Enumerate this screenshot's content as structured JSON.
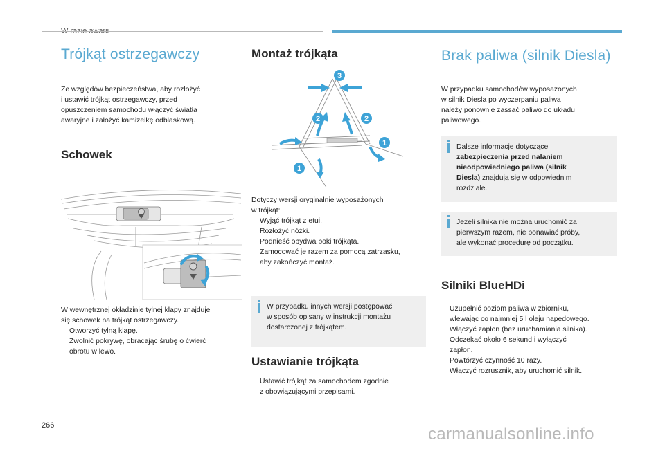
{
  "header": {
    "section": "W razie awarii"
  },
  "col1": {
    "title": "Trójkąt ostrzegawczy",
    "intro": [
      "Ze względów bezpieczeństwa, aby rozłożyć",
      "i ustawić trójkąt ostrzegawczy, przed",
      "opuszczeniem samochodu włączyć światła",
      "awaryjne i założyć kamizelkę odblaskową."
    ],
    "storage_title": "Schowek",
    "storage_text": [
      "W wewnętrznej okładzinie tylnej klapy znajduje",
      "się schowek na trójkąt ostrzegawczy."
    ],
    "storage_steps": [
      [
        "Otworzyć tylną klapę."
      ],
      [
        "Zwolnić pokrywę, obracając śrubę o ćwierć",
        "obrotu w lewo."
      ]
    ]
  },
  "col2": {
    "title": "Montaż trójkąta",
    "intro": [
      "Dotyczy wersji oryginalnie wyposażonych",
      "w trójkąt:"
    ],
    "steps": [
      [
        "Wyjąć trójkąt z etui."
      ],
      [
        "Rozłożyć nóżki."
      ],
      [
        "Podnieść obydwa boki trójkąta."
      ],
      [
        "Zamocować je razem za pomocą zatrzasku,",
        "aby zakończyć montaż."
      ]
    ],
    "note": [
      "W przypadku innych wersji postępować",
      "w sposób opisany w instrukcji montażu",
      "dostarczonej z trójkątem."
    ],
    "placement_title": "Ustawianie trójkąta",
    "placement_steps": [
      [
        "Ustawić trójkąt za samochodem zgodnie",
        "z obowiązującymi przepisami."
      ]
    ],
    "callouts": [
      "3",
      "2",
      "2",
      "1",
      "1"
    ]
  },
  "col3": {
    "title": "Brak paliwa (silnik Diesla)",
    "intro": [
      "W przypadku samochodów wyposażonych",
      "w silnik Diesla po wyczerpaniu paliwa",
      "należy ponownie zassać paliwo do układu",
      "paliwowego."
    ],
    "note1_l1": "Dalsze informacje dotyczące",
    "note1_bold": [
      "zabezpieczenia przed nalaniem",
      "nieodpowiedniego paliwa (silnik"
    ],
    "note1_bold_end": "Diesla)",
    "note1_rest": " znajdują się w odpowiednim",
    "note1_l5": "rozdziale.",
    "note2": [
      "Jeżeli silnika nie można uruchomić za",
      "pierwszym razem, nie ponawiać próby,",
      "ale wykonać procedurę od początku."
    ],
    "bluehdi_title": "Silniki BlueHDi",
    "bluehdi_steps": [
      [
        "Uzupełnić poziom paliwa w zbiorniku,",
        "wlewając co najmniej 5 l oleju napędowego."
      ],
      [
        "Włączyć zapłon (bez uruchamiania silnika)."
      ],
      [
        "Odczekać około 6 sekund i wyłączyć",
        "zapłon."
      ],
      [
        "Powtórzyć czynność 10 razy."
      ],
      [
        "Włączyć rozrusznik, aby uruchomić silnik."
      ]
    ]
  },
  "bullet_glyph": "",
  "page_number": "266",
  "watermark": "carmanualsonline.info",
  "colors": {
    "accent": "#5aa9d1",
    "note_bg": "#efefef"
  },
  "icons": [
    "warning-triangle-icon",
    "rotate-arrow-icon",
    "info-icon"
  ]
}
